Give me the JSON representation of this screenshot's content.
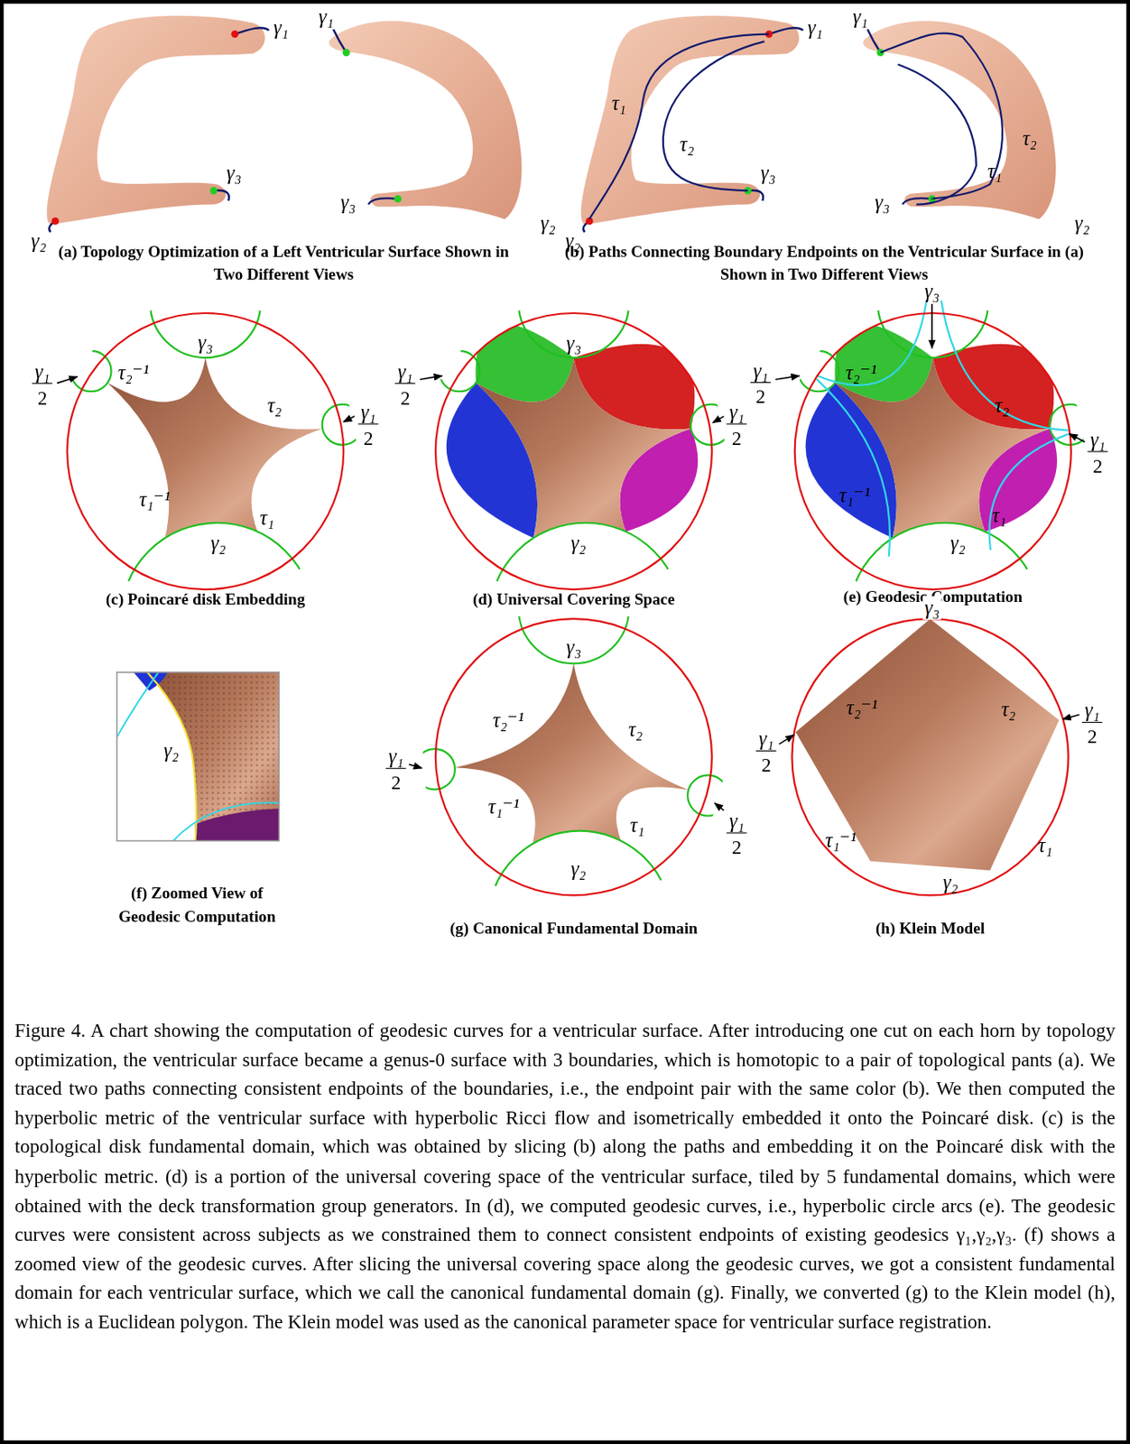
{
  "diagram": {
    "caption": "Figure 4. A chart showing the computation of geodesic curves for a ventricular surface. After introducing one cut on each horn by topology optimization, the ventricular surface became a genus-0 surface with 3 boundaries, which is homotopic to a pair of topological pants (a). We traced two paths connecting consistent endpoints of the boundaries, i.e., the endpoint pair with the same color (b). We then computed the hyperbolic metric of the ventricular surface with hyperbolic Ricci flow and isometrically embedded it onto the Poincaré disk. (c) is the topological disk fundamental domain, which was obtained by slicing (b) along the paths and embedding it on the Poincaré disk with the hyperbolic metric. (d) is a portion of the universal covering space of the ventricular surface, tiled by 5 fundamental domains, which were obtained with the deck transformation group generators. In (d), we computed geodesic curves, i.e., hyperbolic circle arcs (e). The geodesic curves were consistent across subjects as we constrained them to connect consistent endpoints of existing geodesics γ₁,γ₂,γ₃. (f) shows a zoomed view of the geodesic curves. After slicing the universal covering space along the geodesic curves, we got a consistent fundamental domain for each ventricular surface, which we call the canonical fundamental domain (g). Finally, we converted (g) to the Klein model (h), which is a Euclidean polygon. The Klein model was used as the canonical parameter space for ventricular surface registration.",
    "labels": [
      "γ₁",
      "γ₁",
      "γ₃",
      "γ₃",
      "γ₂",
      "γ₂",
      "(a) Topology Optimization of a Left Ventricular Surface Shown in Two Different Views",
      "γ₁",
      "γ₁",
      "τ₁",
      "τ₂",
      "τ₂",
      "τ₁",
      "γ₃",
      "γ₃",
      "γ₂",
      "γ₂",
      "(b) Paths Connecting Boundary Endpoints on the Ventricular Surface in (a) Shown in Two Different Views",
      "γ₃",
      "τ₂⁻¹",
      "τ₂",
      "γ₁",
      "2",
      "γ₁",
      "2",
      "τ₁⁻¹",
      "τ₁",
      "γ₂",
      "(c) Poincaré disk Embedding",
      "γ₃",
      "γ₁",
      "2",
      "γ₁",
      "2",
      "γ₂",
      "(d) Universal Covering Space",
      "γ₃",
      "τ₂⁻¹",
      "τ₂",
      "γ₁",
      "2",
      "γ₁",
      "2",
      "τ₁⁻¹",
      "τ₁",
      "γ₂",
      "(e) Geodesic Computation",
      "γ₂",
      "(f) Zoomed View of Geodesic Computation",
      "γ₃",
      "τ₂⁻¹",
      "τ₂",
      "γ₁",
      "2",
      "γ₁",
      "2",
      "τ₁⁻¹",
      "τ₁",
      "γ₂",
      "(g) Canonical Fundamental Domain",
      "γ₃",
      "τ₂⁻¹",
      "τ₂",
      "γ₁",
      "2",
      "γ₁",
      "2",
      "τ₁⁻¹",
      "τ₁",
      "γ₂",
      "(h) Klein Model"
    ]
  }
}
